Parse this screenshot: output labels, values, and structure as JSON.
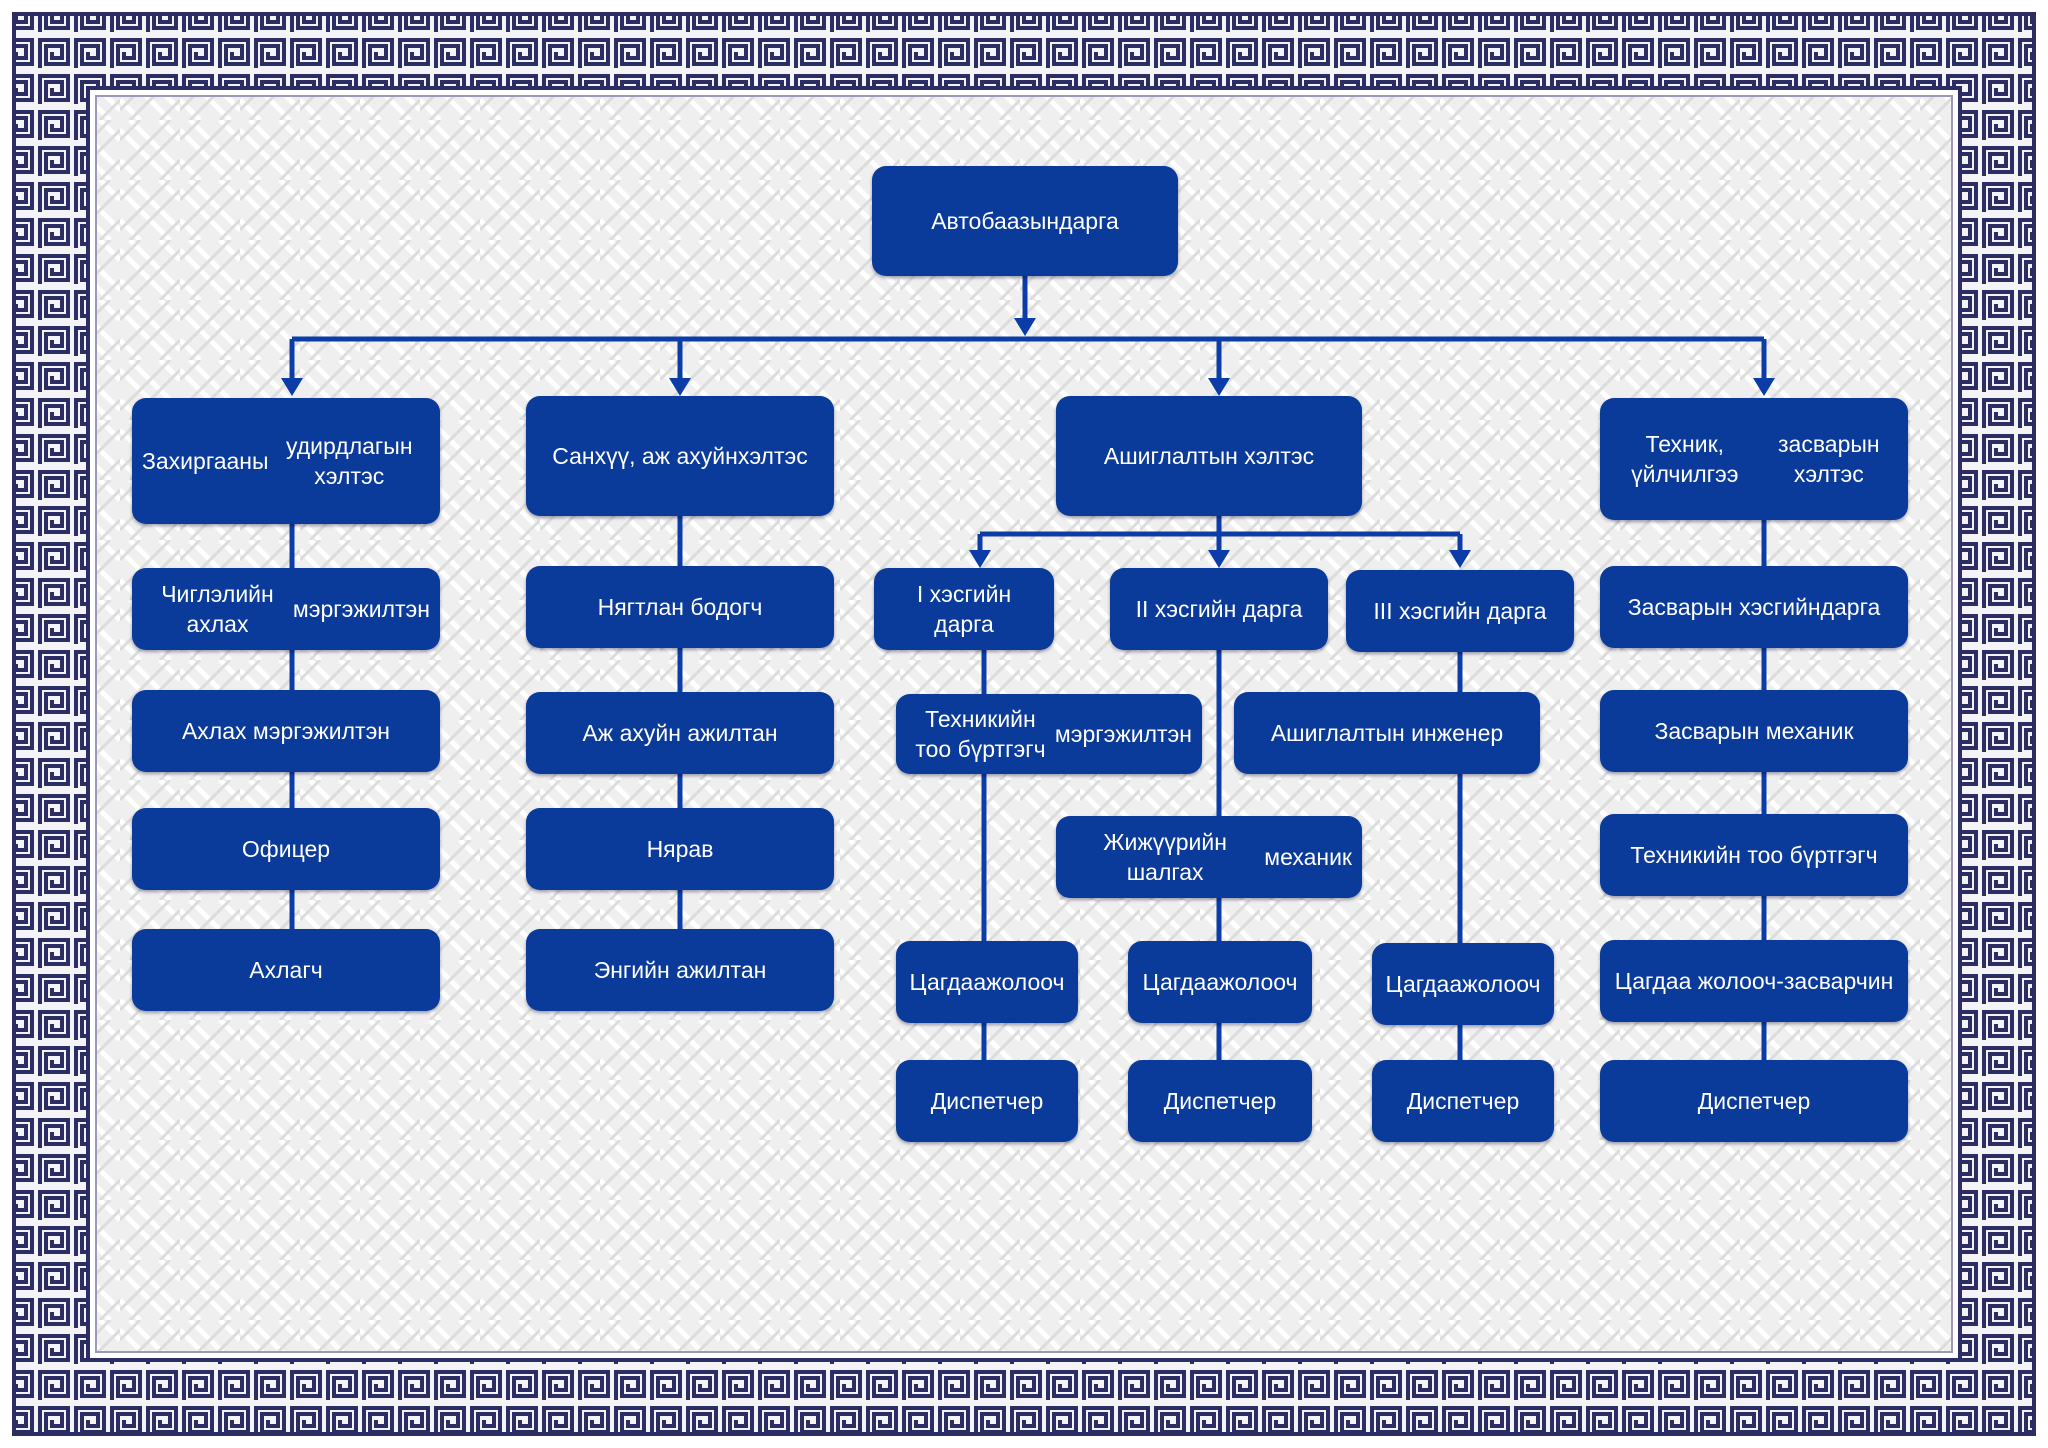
{
  "colors": {
    "node_fill": "#0a3a9a",
    "connector": "#0b3ca8",
    "border_dark": "#2d2d66",
    "border_light": "#e8e8f0",
    "pattern_bg": "#ececec"
  },
  "root": {
    "label": "Автобаазын\nдарга"
  },
  "departments": [
    {
      "label": "Захиргааны\nудирдлагын хэлтэс",
      "staff": [
        "Чиглэлийн ахлах\nмэргэжилтэн",
        "Ахлах мэргэжилтэн",
        "Офицер",
        "Ахлагч"
      ]
    },
    {
      "label": "Санхүү, аж ахуйн\nхэлтэс",
      "staff": [
        "Нягтлан бодогч",
        "Аж ахуйн ажилтан",
        "Нярав",
        "Энгийн ажилтан"
      ]
    },
    {
      "label": "Ашиглалтын хэлтэс",
      "units": [
        {
          "label": "I хэсгийн дарга",
          "staff": [
            "Техникийн тоо бүртгэгч\nмэргэжилтэн",
            "Цагдаа\nжолооч",
            "Диспетчер"
          ]
        },
        {
          "label": "II хэсгийн дарга",
          "staff": [
            "Жижүүрийн шалгах\nмеханик",
            "Цагдаа\nжолооч",
            "Диспетчер"
          ]
        },
        {
          "label": "III хэсгийн дарга",
          "staff": [
            "Ашиглалтын инженер",
            "Цагдаа\nжолооч",
            "Диспетчер"
          ]
        }
      ]
    },
    {
      "label": "Техник, үйлчилгээ\nзасварын хэлтэс",
      "staff": [
        "Засварын хэсгийн\nдарга",
        "Засварын механик",
        "Техникийн тоо бүртгэгч",
        "Цагдаа жолооч-\nзасварчин",
        "Диспетчер"
      ]
    }
  ]
}
